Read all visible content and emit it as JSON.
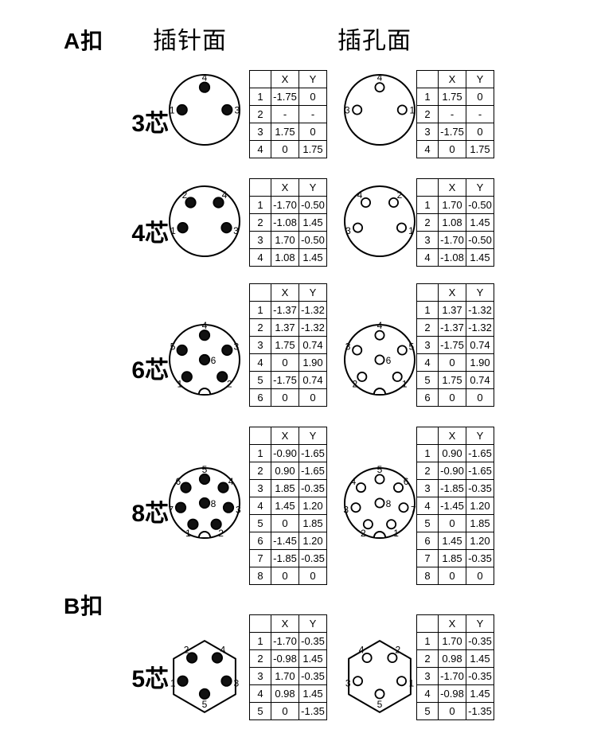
{
  "headers": {
    "group_a": "A扣",
    "group_b": "B扣",
    "pin_face": "插针面",
    "socket_face": "插孔面"
  },
  "table_headers": {
    "index": "",
    "x": "X",
    "y": "Y"
  },
  "groups": [
    {
      "name": "A扣",
      "rows": [
        {
          "label": "3芯",
          "pin_count": 3,
          "shape": "circle",
          "notch": false,
          "pin_face": {
            "markers": [
              {
                "n": "1",
                "cx": -1.75,
                "cy": 0
              },
              {
                "n": "3",
                "cx": 1.75,
                "cy": 0
              },
              {
                "n": "4",
                "cx": 0,
                "cy": 1.75
              }
            ],
            "table": [
              {
                "i": "1",
                "x": "-1.75",
                "y": "0"
              },
              {
                "i": "2",
                "x": "-",
                "y": "-"
              },
              {
                "i": "3",
                "x": "1.75",
                "y": "0"
              },
              {
                "i": "4",
                "x": "0",
                "y": "1.75"
              }
            ]
          },
          "socket_face": {
            "markers": [
              {
                "n": "1",
                "cx": 1.75,
                "cy": 0
              },
              {
                "n": "3",
                "cx": -1.75,
                "cy": 0
              },
              {
                "n": "4",
                "cx": 0,
                "cy": 1.75
              }
            ],
            "table": [
              {
                "i": "1",
                "x": "1.75",
                "y": "0"
              },
              {
                "i": "2",
                "x": "-",
                "y": "-"
              },
              {
                "i": "3",
                "x": "-1.75",
                "y": "0"
              },
              {
                "i": "4",
                "x": "0",
                "y": "1.75"
              }
            ]
          }
        },
        {
          "label": "4芯",
          "pin_count": 4,
          "shape": "circle",
          "notch": false,
          "pin_face": {
            "markers": [
              {
                "n": "1",
                "cx": -1.7,
                "cy": -0.5
              },
              {
                "n": "2",
                "cx": -1.08,
                "cy": 1.45
              },
              {
                "n": "3",
                "cx": 1.7,
                "cy": -0.5
              },
              {
                "n": "4",
                "cx": 1.08,
                "cy": 1.45
              }
            ],
            "table": [
              {
                "i": "1",
                "x": "-1.70",
                "y": "-0.50"
              },
              {
                "i": "2",
                "x": "-1.08",
                "y": "1.45"
              },
              {
                "i": "3",
                "x": "1.70",
                "y": "-0.50"
              },
              {
                "i": "4",
                "x": "1.08",
                "y": "1.45"
              }
            ]
          },
          "socket_face": {
            "markers": [
              {
                "n": "1",
                "cx": 1.7,
                "cy": -0.5
              },
              {
                "n": "2",
                "cx": 1.08,
                "cy": 1.45
              },
              {
                "n": "3",
                "cx": -1.7,
                "cy": -0.5
              },
              {
                "n": "4",
                "cx": -1.08,
                "cy": 1.45
              }
            ],
            "table": [
              {
                "i": "1",
                "x": "1.70",
                "y": "-0.50"
              },
              {
                "i": "2",
                "x": "1.08",
                "y": "1.45"
              },
              {
                "i": "3",
                "x": "-1.70",
                "y": "-0.50"
              },
              {
                "i": "4",
                "x": "-1.08",
                "y": "1.45"
              }
            ]
          }
        },
        {
          "label": "6芯",
          "pin_count": 6,
          "shape": "circle",
          "notch": true,
          "pin_face": {
            "markers": [
              {
                "n": "1",
                "cx": -1.37,
                "cy": -1.32
              },
              {
                "n": "2",
                "cx": 1.37,
                "cy": -1.32
              },
              {
                "n": "3",
                "cx": 1.75,
                "cy": 0.74
              },
              {
                "n": "4",
                "cx": 0,
                "cy": 1.9
              },
              {
                "n": "5",
                "cx": -1.75,
                "cy": 0.74
              },
              {
                "n": "6",
                "cx": 0,
                "cy": 0
              }
            ],
            "table": [
              {
                "i": "1",
                "x": "-1.37",
                "y": "-1.32"
              },
              {
                "i": "2",
                "x": "1.37",
                "y": "-1.32"
              },
              {
                "i": "3",
                "x": "1.75",
                "y": "0.74"
              },
              {
                "i": "4",
                "x": "0",
                "y": "1.90"
              },
              {
                "i": "5",
                "x": "-1.75",
                "y": "0.74"
              },
              {
                "i": "6",
                "x": "0",
                "y": "0"
              }
            ]
          },
          "socket_face": {
            "markers": [
              {
                "n": "1",
                "cx": 1.37,
                "cy": -1.32
              },
              {
                "n": "2",
                "cx": -1.37,
                "cy": -1.32
              },
              {
                "n": "3",
                "cx": -1.75,
                "cy": 0.74
              },
              {
                "n": "4",
                "cx": 0,
                "cy": 1.9
              },
              {
                "n": "5",
                "cx": 1.75,
                "cy": 0.74
              },
              {
                "n": "6",
                "cx": 0,
                "cy": 0
              }
            ],
            "table": [
              {
                "i": "1",
                "x": "1.37",
                "y": "-1.32"
              },
              {
                "i": "2",
                "x": "-1.37",
                "y": "-1.32"
              },
              {
                "i": "3",
                "x": "-1.75",
                "y": "0.74"
              },
              {
                "i": "4",
                "x": "0",
                "y": "1.90"
              },
              {
                "i": "5",
                "x": "1.75",
                "y": "0.74"
              },
              {
                "i": "6",
                "x": "0",
                "y": "0"
              }
            ]
          }
        },
        {
          "label": "8芯",
          "pin_count": 8,
          "shape": "circle",
          "notch": true,
          "pin_face": {
            "markers": [
              {
                "n": "1",
                "cx": -0.9,
                "cy": -1.65
              },
              {
                "n": "2",
                "cx": 0.9,
                "cy": -1.65
              },
              {
                "n": "3",
                "cx": 1.85,
                "cy": -0.35
              },
              {
                "n": "4",
                "cx": 1.45,
                "cy": 1.2
              },
              {
                "n": "5",
                "cx": 0,
                "cy": 1.85
              },
              {
                "n": "6",
                "cx": -1.45,
                "cy": 1.2
              },
              {
                "n": "7",
                "cx": -1.85,
                "cy": -0.35
              },
              {
                "n": "8",
                "cx": 0,
                "cy": 0
              }
            ],
            "table": [
              {
                "i": "1",
                "x": "-0.90",
                "y": "-1.65"
              },
              {
                "i": "2",
                "x": "0.90",
                "y": "-1.65"
              },
              {
                "i": "3",
                "x": "1.85",
                "y": "-0.35"
              },
              {
                "i": "4",
                "x": "1.45",
                "y": "1.20"
              },
              {
                "i": "5",
                "x": "0",
                "y": "1.85"
              },
              {
                "i": "6",
                "x": "-1.45",
                "y": "1.20"
              },
              {
                "i": "7",
                "x": "-1.85",
                "y": "-0.35"
              },
              {
                "i": "8",
                "x": "0",
                "y": "0"
              }
            ]
          },
          "socket_face": {
            "markers": [
              {
                "n": "1",
                "cx": 0.9,
                "cy": -1.65
              },
              {
                "n": "2",
                "cx": -0.9,
                "cy": -1.65
              },
              {
                "n": "3",
                "cx": -1.85,
                "cy": -0.35
              },
              {
                "n": "4",
                "cx": -1.45,
                "cy": 1.2
              },
              {
                "n": "5",
                "cx": 0,
                "cy": 1.85
              },
              {
                "n": "6",
                "cx": 1.45,
                "cy": 1.2
              },
              {
                "n": "7",
                "cx": 1.85,
                "cy": -0.35
              },
              {
                "n": "8",
                "cx": 0,
                "cy": 0
              }
            ],
            "table": [
              {
                "i": "1",
                "x": "0.90",
                "y": "-1.65"
              },
              {
                "i": "2",
                "x": "-0.90",
                "y": "-1.65"
              },
              {
                "i": "3",
                "x": "-1.85",
                "y": "-0.35"
              },
              {
                "i": "4",
                "x": "-1.45",
                "y": "1.20"
              },
              {
                "i": "5",
                "x": "0",
                "y": "1.85"
              },
              {
                "i": "6",
                "x": "1.45",
                "y": "1.20"
              },
              {
                "i": "7",
                "x": "1.85",
                "y": "-0.35"
              },
              {
                "i": "8",
                "x": "0",
                "y": "0"
              }
            ]
          }
        }
      ]
    },
    {
      "name": "B扣",
      "rows": [
        {
          "label": "5芯",
          "pin_count": 5,
          "shape": "hex",
          "notch": false,
          "pin_face": {
            "markers": [
              {
                "n": "1",
                "cx": -1.7,
                "cy": -0.35
              },
              {
                "n": "2",
                "cx": -0.98,
                "cy": 1.45
              },
              {
                "n": "3",
                "cx": 1.7,
                "cy": -0.35
              },
              {
                "n": "4",
                "cx": 0.98,
                "cy": 1.45
              },
              {
                "n": "5",
                "cx": 0,
                "cy": -1.35
              }
            ],
            "table": [
              {
                "i": "1",
                "x": "-1.70",
                "y": "-0.35"
              },
              {
                "i": "2",
                "x": "-0.98",
                "y": "1.45"
              },
              {
                "i": "3",
                "x": "1.70",
                "y": "-0.35"
              },
              {
                "i": "4",
                "x": "0.98",
                "y": "1.45"
              },
              {
                "i": "5",
                "x": "0",
                "y": "-1.35"
              }
            ]
          },
          "socket_face": {
            "markers": [
              {
                "n": "1",
                "cx": 1.7,
                "cy": -0.35
              },
              {
                "n": "2",
                "cx": 0.98,
                "cy": 1.45
              },
              {
                "n": "3",
                "cx": -1.7,
                "cy": -0.35
              },
              {
                "n": "4",
                "cx": -0.98,
                "cy": 1.45
              },
              {
                "n": "5",
                "cx": 0,
                "cy": -1.35
              }
            ],
            "table": [
              {
                "i": "1",
                "x": "1.70",
                "y": "-0.35"
              },
              {
                "i": "2",
                "x": "0.98",
                "y": "1.45"
              },
              {
                "i": "3",
                "x": "-1.70",
                "y": "-0.35"
              },
              {
                "i": "4",
                "x": "-0.98",
                "y": "1.45"
              },
              {
                "i": "5",
                "x": "0",
                "y": "-1.35"
              }
            ]
          }
        }
      ]
    }
  ]
}
